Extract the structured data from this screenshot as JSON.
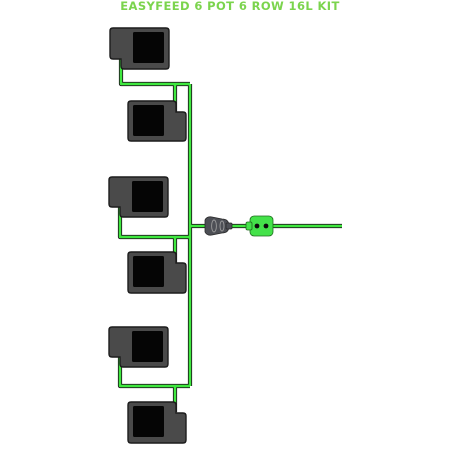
{
  "title": "EASYFEED 6 POT 6 ROW 16L KIT",
  "colors": {
    "title": "#7bd44d",
    "tube": "#3fe83f",
    "tube_outline": "#1b1b1b",
    "pot_body": "#4a4a4a",
    "pot_outline": "#1c1c1c",
    "pot_opening": "#050505",
    "valve_body": "#4d4f55",
    "valve_ring": "#9a9a9a",
    "feed_unit": "#44e24a",
    "feed_eyes": "#0c0c0c"
  },
  "diagram": {
    "pots": [
      {
        "id": "pot-1",
        "spout": "left"
      },
      {
        "id": "pot-2",
        "spout": "right"
      },
      {
        "id": "pot-3",
        "spout": "left"
      },
      {
        "id": "pot-4",
        "spout": "right"
      },
      {
        "id": "pot-5",
        "spout": "left"
      },
      {
        "id": "pot-6",
        "spout": "right"
      }
    ],
    "components": [
      "main-feed-tube",
      "manifold-tube",
      "shutoff-valve",
      "feed-connector"
    ]
  }
}
